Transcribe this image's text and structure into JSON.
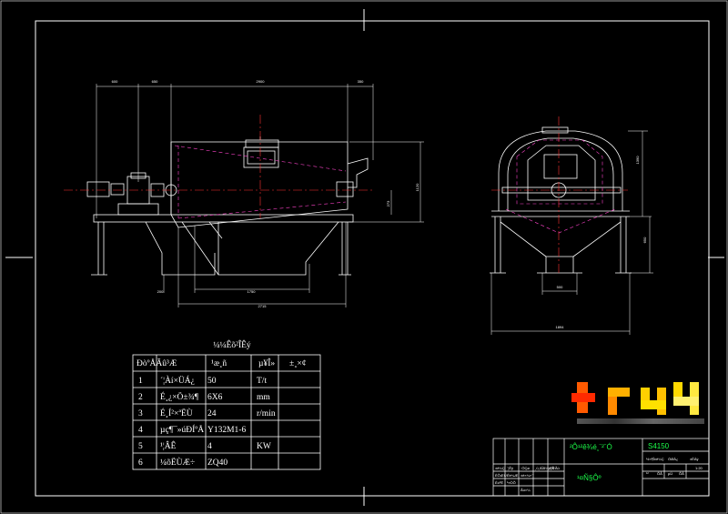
{
  "colors": {
    "background": "#000000",
    "line": "#ffffff",
    "dimension": "#ffffff",
    "centerline": "#ff3333",
    "hidden": "#ff44cc",
    "table_text": "#1cff4a",
    "highlight": "#ff8800"
  },
  "front_view": {
    "dims_top": [
      "600",
      "650",
      "2900",
      "350"
    ],
    "dims_right": [
      "273",
      "1120"
    ],
    "dims_bottom": [
      "200",
      "1750",
      "2715"
    ]
  },
  "side_view": {
    "dims": [
      "1390",
      "650",
      "500",
      "1894"
    ]
  },
  "params_table": {
    "title": "¼¼Êõ²ÎÊý",
    "header": [
      "ÐòºÅÃû³Æ",
      "¹æ¸ñ",
      "µ¥Î»",
      "±¸×¢"
    ],
    "rows": [
      {
        "no": "1",
        "name": "´¦Àí×ÜÁ¿",
        "value": "50",
        "unit": "T/t"
      },
      {
        "no": "2",
        "name": "É¸¿×Ö±¾¶",
        "value": "6X6",
        "unit": "mm"
      },
      {
        "no": "3",
        "name": "É¸Í²×ªËÙ",
        "value": "24",
        "unit": "r/min"
      },
      {
        "no": "4",
        "name": "µç¶¯»úÐÍºÅ",
        "value": "Y132M1-6",
        "unit": ""
      },
      {
        "no": "5",
        "name": "¹¦ÂÊ",
        "value": "4",
        "unit": "KW"
      },
      {
        "no": "6",
        "name": "¼õËÙÆ÷",
        "value": "ZQ40",
        "unit": ""
      }
    ]
  },
  "title_block": {
    "drawing_name": "²Ô¹²ê¾é¸¨²¨Ó",
    "drawing_no": "S4150",
    "scale": "1:20",
    "school": "¹¤Ñ§Ôº",
    "cells": [
      "±ê¼Ç",
      "´¦Êý",
      "·ÖÇø",
      "¸ü¸ÄÎÄ¼þºÅ",
      "Ç©Ãû",
      "ÈÕÆÚ",
      "Éè¼Æ",
      "±ê×¼»¯",
      "½×¶Î±ê¼Ç",
      "ÖØÁ¿",
      "±ÈÀý",
      "ÉóºË",
      "¹¤ÒÕ",
      "Åú×¼",
      "¹²",
      "ÕÅ",
      "µÚ",
      "ÕÅ"
    ]
  }
}
